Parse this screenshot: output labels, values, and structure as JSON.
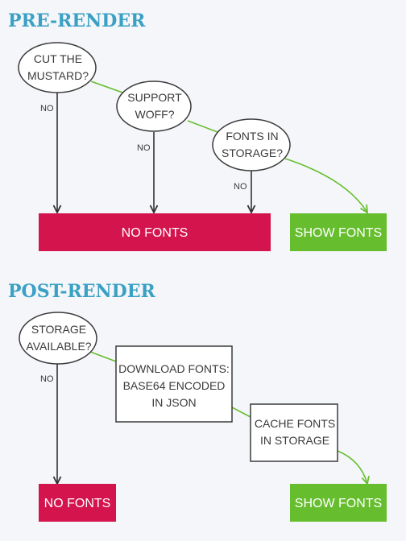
{
  "colors": {
    "heading": "#3aa0c4",
    "no_fonts": "#d4144c",
    "show_fonts": "#66be2e",
    "yes_edge": "#66be2e",
    "no_edge": "#333333",
    "node_stroke": "#3a3a3a"
  },
  "pre_render": {
    "heading": "PRE-RENDER",
    "decisions": [
      {
        "lines": [
          "CUT THE",
          "MUSTARD?"
        ],
        "no_label": "NO"
      },
      {
        "lines": [
          "SUPPORT",
          "WOFF?"
        ],
        "no_label": "NO"
      },
      {
        "lines": [
          "FONTS IN",
          "STORAGE?"
        ],
        "no_label": "NO"
      }
    ],
    "no_fonts_label": "NO FONTS",
    "show_fonts_label": "SHOW FONTS"
  },
  "post_render": {
    "heading": "POST-RENDER",
    "decision": {
      "lines": [
        "STORAGE",
        "AVAILABLE?"
      ],
      "no_label": "NO"
    },
    "steps": [
      {
        "lines": [
          "DOWNLOAD FONTS:",
          "BASE64 ENCODED",
          "IN JSON"
        ]
      },
      {
        "lines": [
          "CACHE FONTS",
          "IN STORAGE"
        ]
      }
    ],
    "no_fonts_label": "NO FONTS",
    "show_fonts_label": "SHOW FONTS"
  }
}
